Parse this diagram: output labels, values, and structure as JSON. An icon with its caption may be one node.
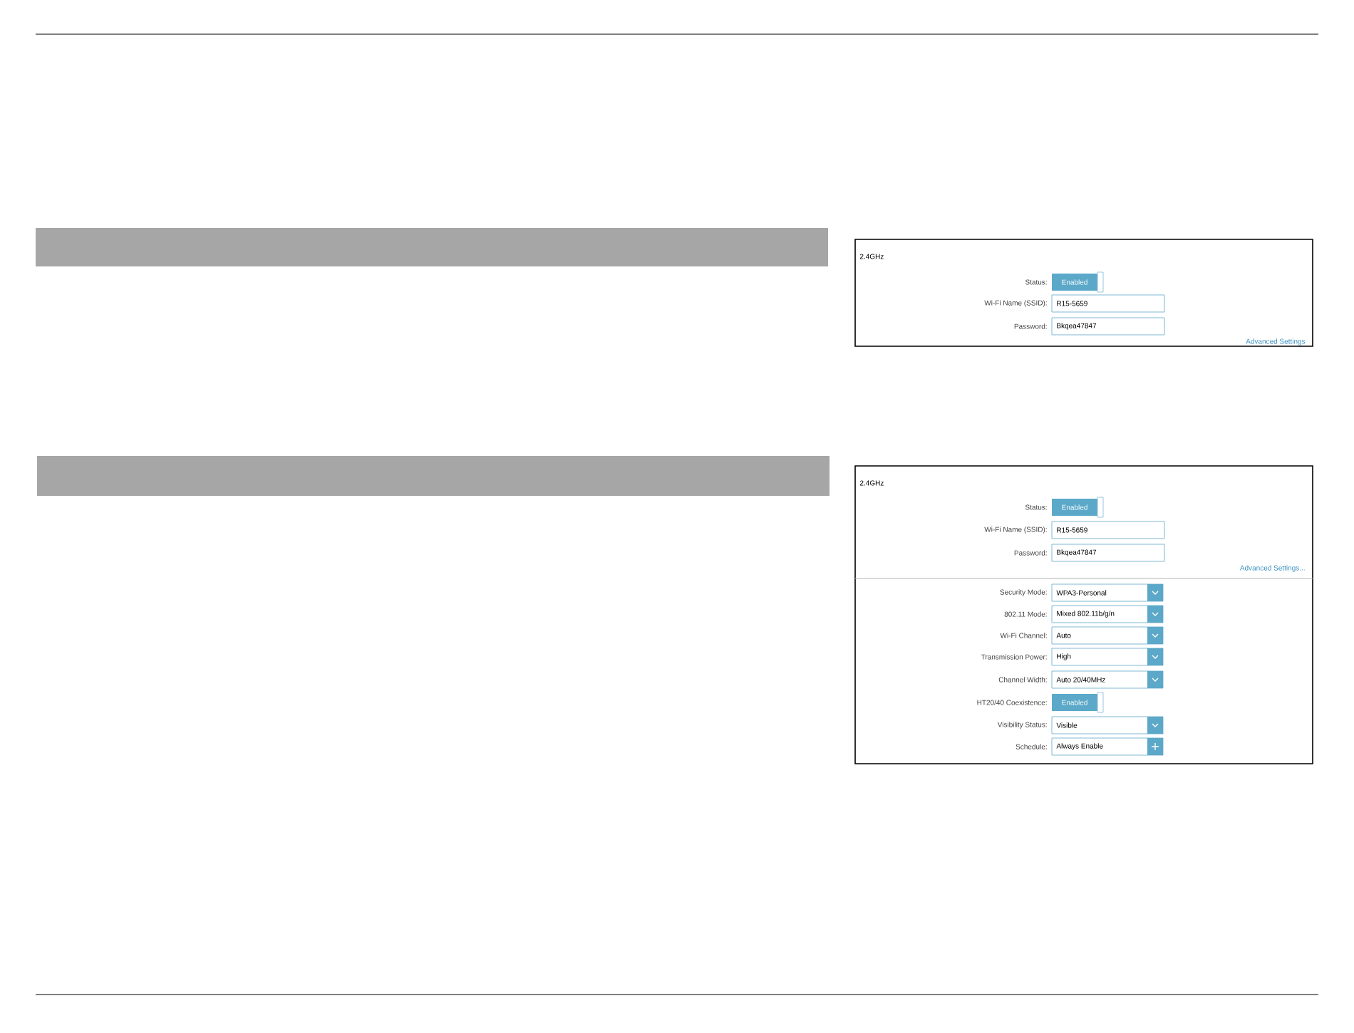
{
  "diagram": {
    "nodes": [
      {
        "text": [],
        "shape": "bar"
      },
      {
        "text": [],
        "shape": "bar"
      }
    ],
    "labels": [
      "2.4GHz",
      "Status:",
      "Enabled",
      "Wi-Fi Name (SSID):",
      "R15-5659",
      "Password:",
      "Bkqea47847",
      "Advanced Settings",
      "2.4GHz",
      "Status:",
      "Enabled",
      "Wi-Fi Name (SSID):",
      "R15-5659",
      "Password:",
      "Bkqea47847",
      "Advanced Settings...",
      "Security Mode:",
      "WPA3-Personal",
      "802.11 Mode:",
      "Mixed 802.11b/g/n",
      "Wi-Fi Channel:",
      "Auto",
      "Transmission Power:",
      "High",
      "Channel Width:",
      "Auto 20/40MHz",
      "HT20/40 Coexistence:",
      "Enabled",
      "Visibility Status:",
      "Visible",
      "Schedule:",
      "Always Enable"
    ]
  }
}
